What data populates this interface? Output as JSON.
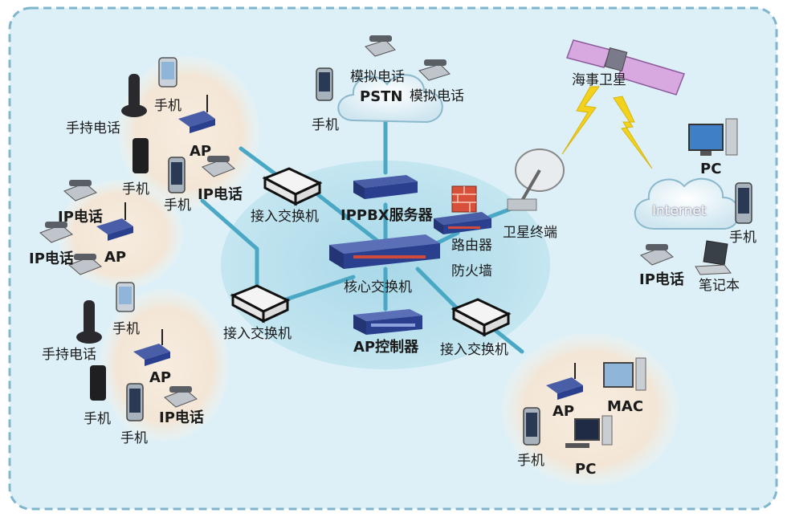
{
  "labels": {
    "satellite": "海事卫星",
    "pstn": "PSTN",
    "analog_phone_1": "模拟电话",
    "analog_phone_2": "模拟电话",
    "mobile_top": "手机",
    "ippbx": "IPPBX服务器",
    "router": "路由器",
    "firewall": "防火墙",
    "core_switch": "核心交换机",
    "ap_controller": "AP控制器",
    "access_switch_1": "接入交换机",
    "access_switch_2": "接入交换机",
    "access_switch_3": "接入交换机",
    "sat_terminal": "卫星终端",
    "internet": "Internet",
    "pc_right": "PC",
    "mobile_right": "手机",
    "ip_phone_right": "IP电话",
    "laptop": "笔记本",
    "g1_mobile_a": "手机",
    "g1_handset": "手持电话",
    "g1_ap": "AP",
    "g1_mobile_b": "手机",
    "g1_mobile_c": "手机",
    "g1_ip_phone": "IP电话",
    "g2_ip_phone_a": "IP电话",
    "g2_ap": "AP",
    "g2_ip_phone_b": "IP电话",
    "g3_mobile_a": "手机",
    "g3_handset": "手持电话",
    "g3_ap": "AP",
    "g3_mobile_b": "手机",
    "g3_mobile_c": "手机",
    "g3_ip_phone": "IP电话",
    "g4_ap": "AP",
    "g4_mac": "MAC",
    "g4_mobile": "手机",
    "g4_pc": "PC"
  },
  "colors": {
    "panel": "#ddf0f7",
    "panel_border": "#7fb6cc",
    "core_zone": "#b7dfec",
    "cluster": "#f6e9da",
    "link": "#4aa8c4",
    "lightning": "#f2d21c",
    "device_blue": "#2b3f8f"
  }
}
